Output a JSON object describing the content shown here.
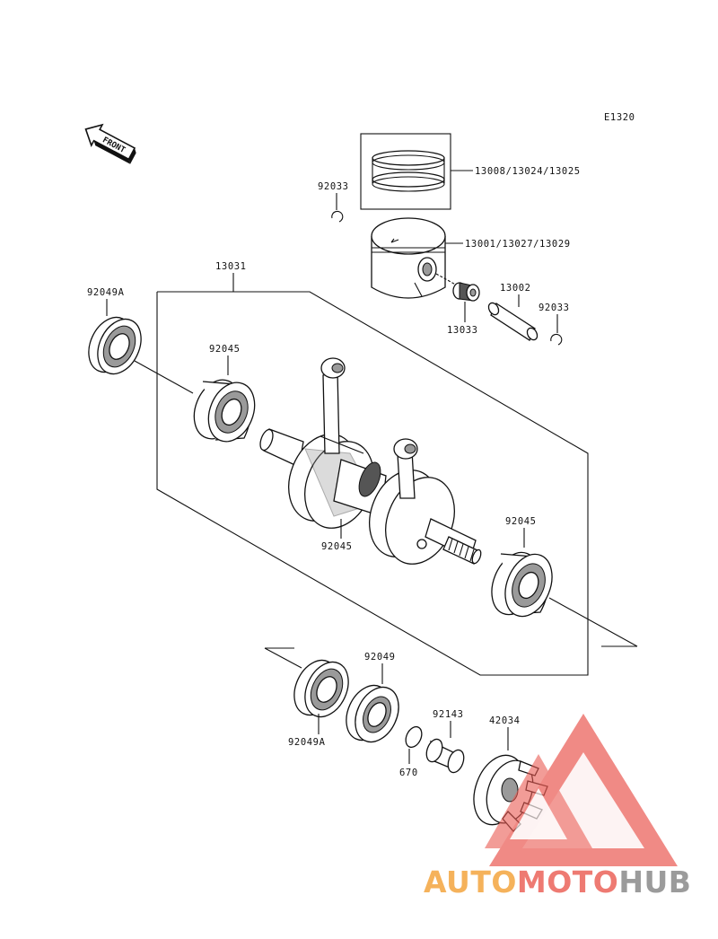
{
  "diagram_code": "E1320",
  "front_label": "FRONT",
  "parts": {
    "rings": "13008/13024/13025",
    "piston": "13001/13027/13029",
    "circlip_left": "92033",
    "circlip_right": "92033",
    "bearing_needle": "13033",
    "piston_pin": "13002",
    "crankshaft_assy": "13031",
    "seal_left_top": "92049A",
    "bearing_left": "92045",
    "bearing_center": "92045",
    "bearing_right": "92045",
    "seal_bottom": "92049A",
    "seal_92049": "92049",
    "snap_ring": "670",
    "collar": "92143",
    "coupling": "42034"
  },
  "watermark": {
    "part1": "AUTO",
    "part2": "MOTO",
    "part3": "HUB",
    "color1": "#f5b25b",
    "color2": "#ee7a72",
    "color3": "#9b9b9b",
    "logo_color": "#ea5a52"
  }
}
